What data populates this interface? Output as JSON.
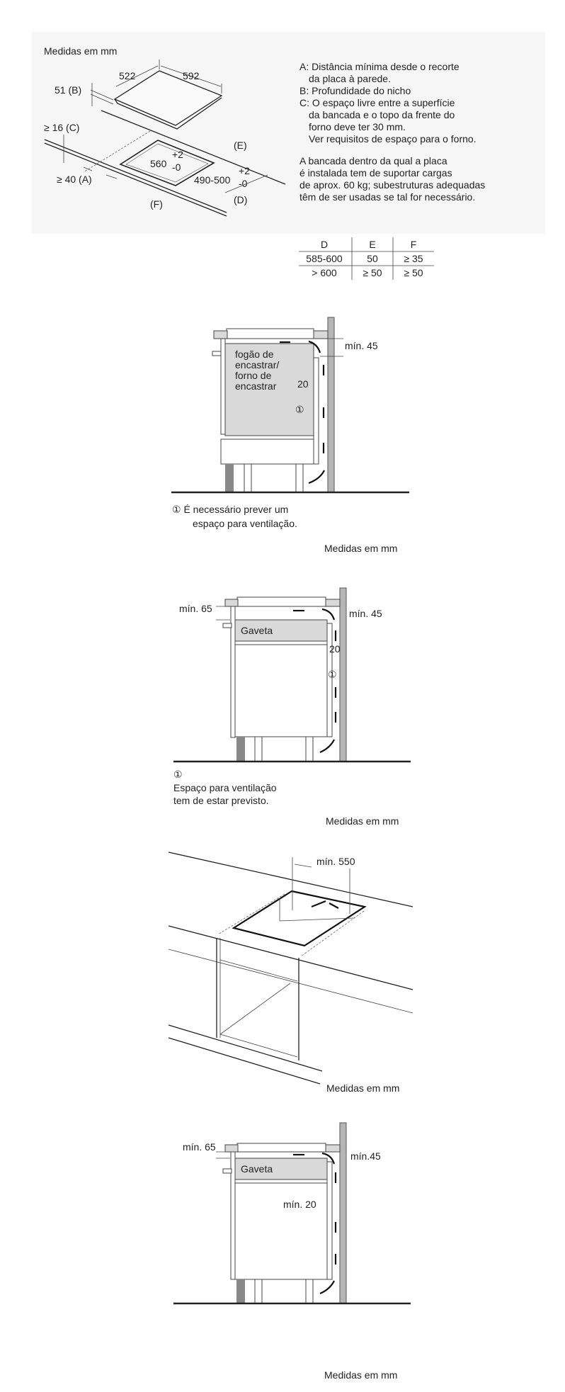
{
  "diagram1": {
    "units": "Medidas em mm",
    "dim_522": "522",
    "dim_592": "592",
    "dim_b": "51 (B)",
    "dim_c": "≥ 16 (C)",
    "dim_a": "≥ 40 (A)",
    "dim_560": "560",
    "dim_560_tol_up": "+2",
    "dim_560_tol_dn": "-0",
    "dim_490": "490-500",
    "dim_490_tol_up": "+2",
    "dim_490_tol_dn": "-0",
    "label_e": "(E)",
    "label_d": "(D)",
    "label_f": "(F)",
    "legend": [
      "A: Distância mínima desde o recorte",
      "da placa à parede.",
      "B: Profundidade do nicho",
      "C: O espaço livre entre a superfície",
      "da bancada e o topo da frente do",
      "forno deve ter 30 mm.",
      "Ver requisitos de espaço para o forno."
    ],
    "note": [
      "A bancada dentro da qual a placa",
      "é instalada tem de suportar cargas",
      "de aprox. 60 kg; subestruturas adequadas",
      "têm de ser usadas se tal for necessário."
    ],
    "table": {
      "headers": [
        "D",
        "E",
        "F"
      ],
      "rows": [
        [
          "585-600",
          "50",
          "≥ 35"
        ],
        [
          "> 600",
          "≥ 50",
          "≥ 50"
        ]
      ]
    }
  },
  "diagram2": {
    "oven_label": [
      "fogão de",
      "encastrar/",
      "forno de",
      "encastrar"
    ],
    "min45": "mín. 45",
    "gap20": "20",
    "marker": "①",
    "footnote": [
      "① É necessário prever um",
      "espaço para ventilação."
    ],
    "units": "Medidas em mm"
  },
  "diagram3": {
    "min65": "mín. 65",
    "min45": "mín. 45",
    "drawer": "Gaveta",
    "gap20": "20",
    "marker": "①",
    "footnote": [
      "①",
      "Espaço para ventilação",
      "tem de estar previsto."
    ],
    "units": "Medidas em mm"
  },
  "diagram4": {
    "min550": "mín. 550",
    "units": "Medidas em mm"
  },
  "diagram5": {
    "min65": "mín. 65",
    "min45": "mín.45",
    "drawer": "Gaveta",
    "min20": "mín. 20",
    "units": "Medidas em mm"
  }
}
